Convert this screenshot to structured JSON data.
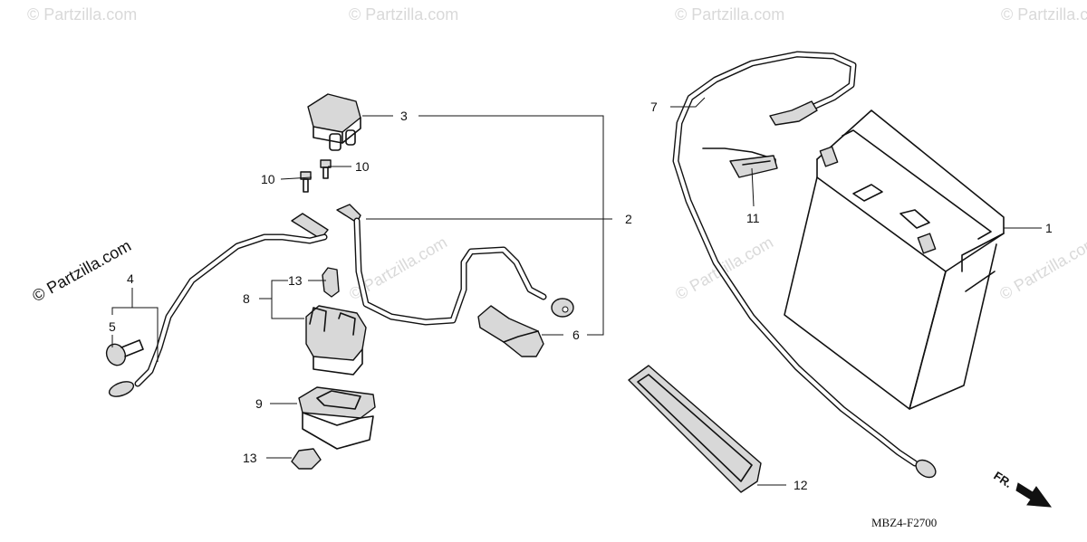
{
  "watermark": {
    "text": "© Partzilla.com",
    "color": "#d9d9d9"
  },
  "callouts": [
    {
      "id": "1",
      "text": "1"
    },
    {
      "id": "2",
      "text": "2"
    },
    {
      "id": "3",
      "text": "3"
    },
    {
      "id": "4",
      "text": "4"
    },
    {
      "id": "5",
      "text": "5"
    },
    {
      "id": "6",
      "text": "6"
    },
    {
      "id": "7",
      "text": "7"
    },
    {
      "id": "8",
      "text": "8"
    },
    {
      "id": "9",
      "text": "9"
    },
    {
      "id": "10a",
      "text": "10"
    },
    {
      "id": "10b",
      "text": "10"
    },
    {
      "id": "11",
      "text": "11"
    },
    {
      "id": "12",
      "text": "12"
    },
    {
      "id": "13a",
      "text": "13"
    },
    {
      "id": "13b",
      "text": "13"
    }
  ],
  "diagram_code": "MBZ4-F2700",
  "direction_label": "FR.",
  "icons": {
    "front_direction": "arrow-icon"
  }
}
